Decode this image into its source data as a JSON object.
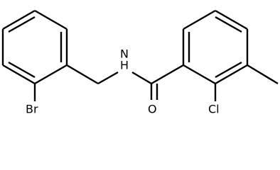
{
  "atoms": {
    "bromine": "Br",
    "nitrogen_hydrogen": "N\nH",
    "nitrogen": "N",
    "hydrogen": "H",
    "oxygen": "O",
    "chlorine": "Cl"
  },
  "colors": {
    "bond": "#000000",
    "label": "#000000",
    "background": "#ffffff"
  }
}
